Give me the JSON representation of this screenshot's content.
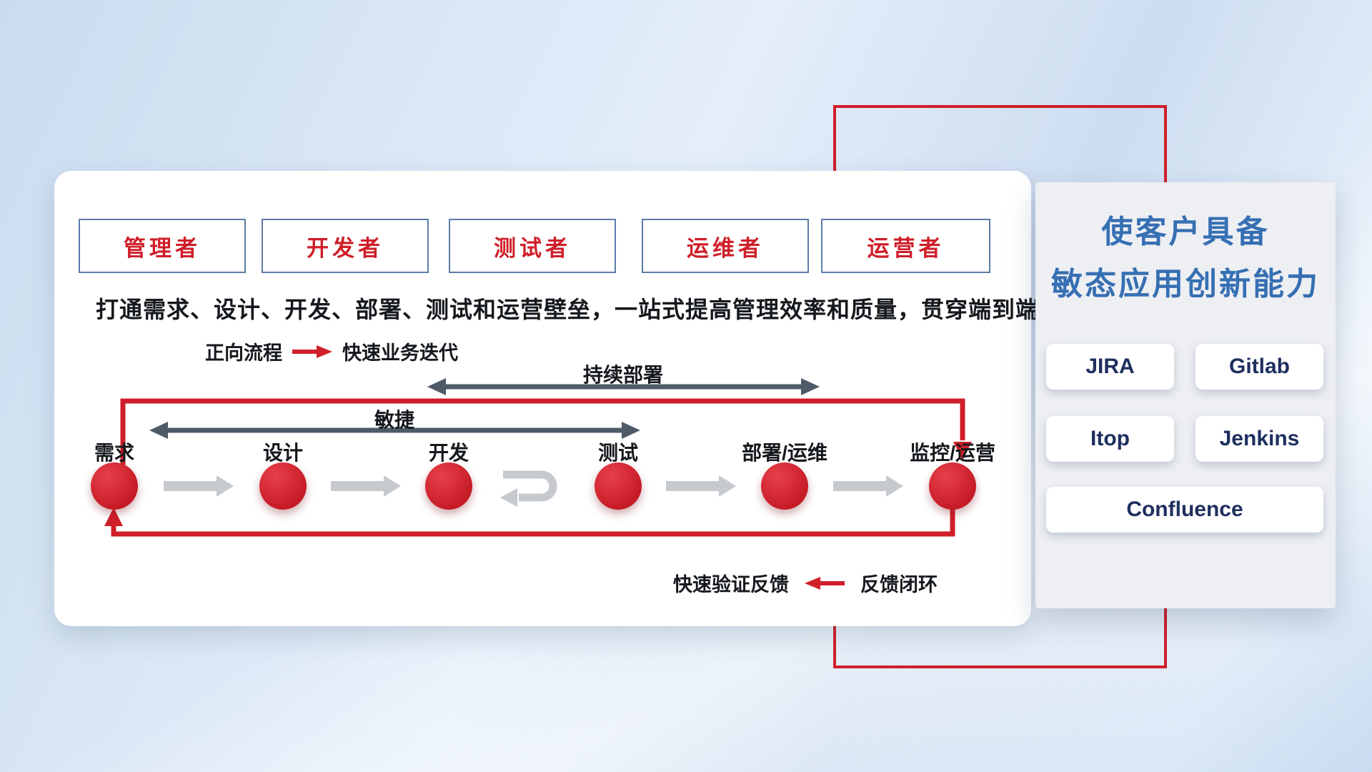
{
  "roles": [
    "管理者",
    "开发者",
    "测试者",
    "运维者",
    "运营者"
  ],
  "headline": "打通需求、设计、开发、部署、测试和运营壁垒，一站式提高管理效率和质量，贯穿端到端全流程",
  "legend_forward": {
    "label": "正向流程",
    "value": "快速业务迭代"
  },
  "legend_feedback": {
    "label": "快速验证反馈",
    "value": "反馈闭环"
  },
  "flow": {
    "agile_label": "敏捷",
    "continuous_deployment_label": "持续部署",
    "stages": [
      "需求",
      "设计",
      "开发",
      "测试",
      "部署/运维",
      "监控/运营"
    ]
  },
  "panel": {
    "title_line1": "使客户具备",
    "title_line2": "敏态应用创新能力",
    "tools": [
      "JIRA",
      "Gitlab",
      "Itop",
      "Jenkins",
      "Confluence"
    ]
  },
  "colors": {
    "accent_red": "#cf1f2a",
    "title_blue": "#366fb3",
    "tool_text_navy": "#1e2f5f",
    "stage_arrow_gray": "#c6c9cd",
    "range_arrow_slate": "#4e5a68"
  }
}
